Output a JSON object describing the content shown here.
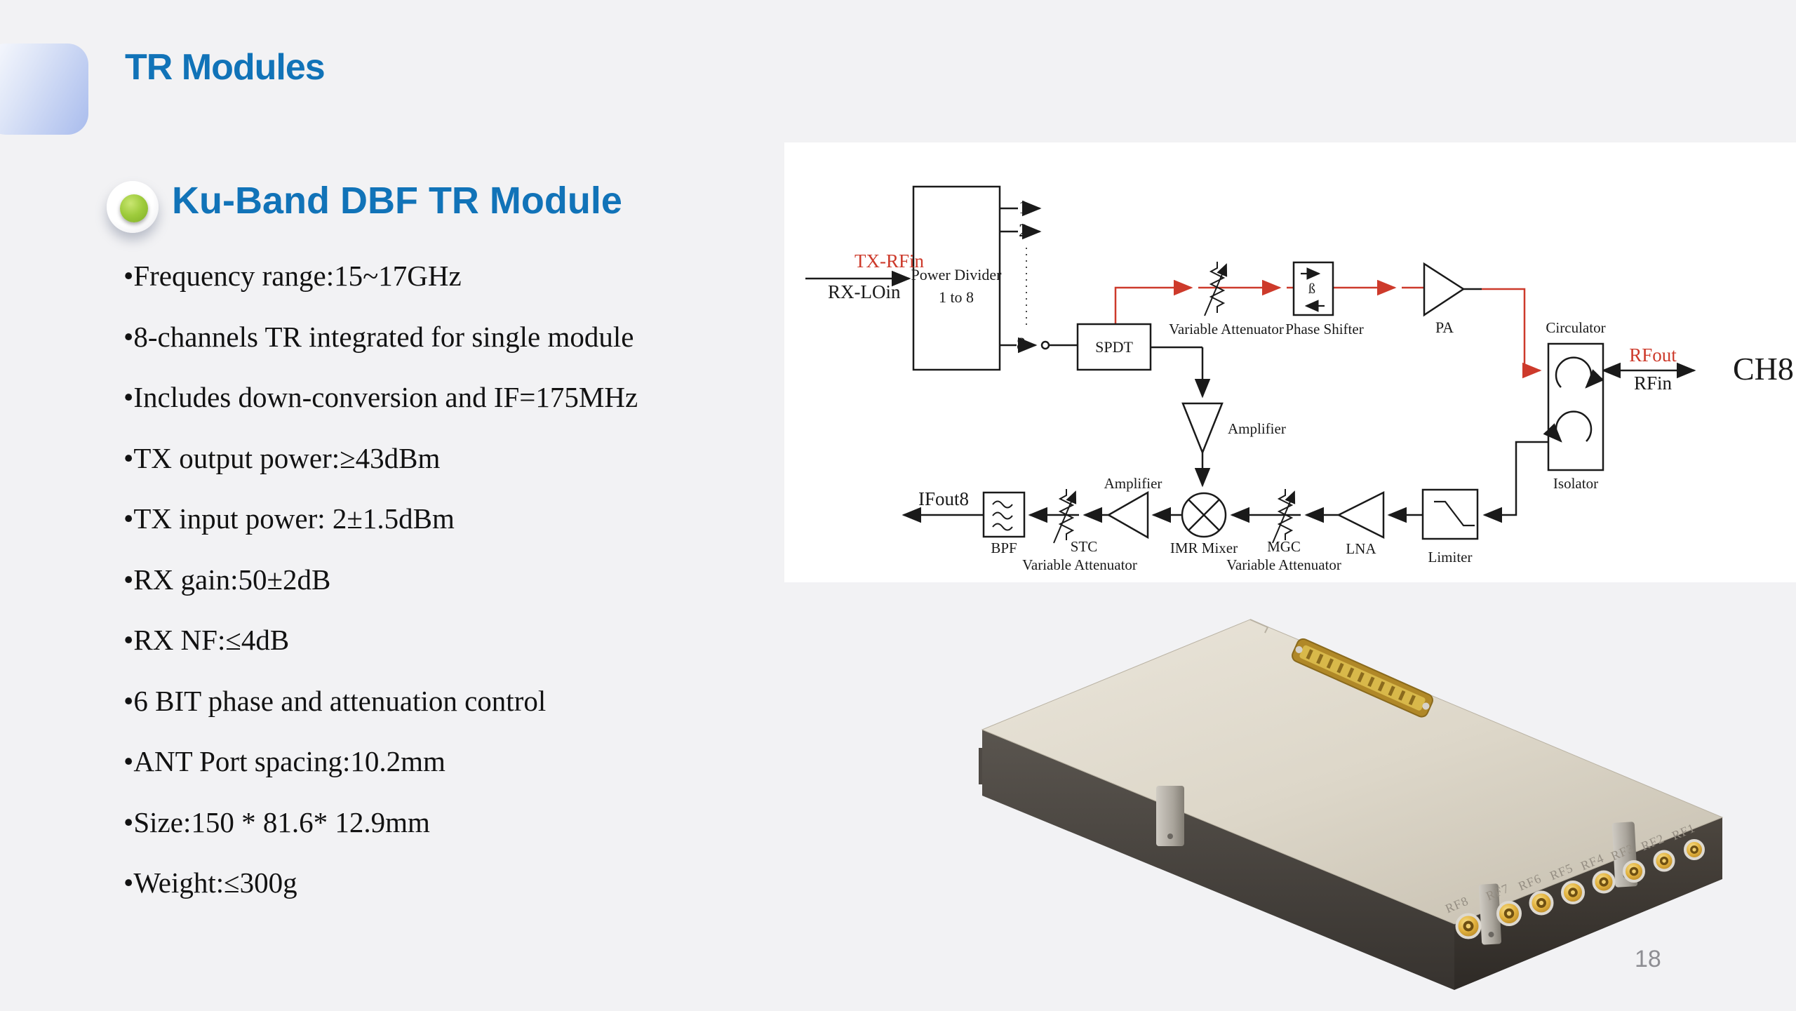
{
  "slide": {
    "title": "TR Modules",
    "section": {
      "title": "Ku-Band DBF TR Module"
    },
    "bullets": [
      "•Frequency range:15~17GHz",
      "•8-channels TR integrated for single module",
      "•Includes down-conversion and IF=175MHz",
      "•TX output power:≥43dBm",
      "•TX input power: 2±1.5dBm",
      "•RX gain:50±2dB",
      "•RX NF:≤4dB",
      "•6 BIT phase and attenuation control",
      "•ANT Port spacing:10.2mm",
      "•Size:150 * 81.6* 12.9mm",
      "•Weight:≤300g"
    ],
    "page_number": "18"
  },
  "diagram": {
    "labels": {
      "tx_rfin": "TX-RFin",
      "rx_loin": "RX-LOin",
      "power_divider_line1": "Power Divider",
      "power_divider_line2": "1 to 8",
      "out1": "1",
      "out2": "2",
      "out8": "8",
      "spdt": "SPDT",
      "variable_attenuator": "Variable Attenuator",
      "phase_shifter": "Phase Shifter",
      "beta": "ß",
      "pa": "PA",
      "circulator": "Circulator",
      "isolator": "Isolator",
      "rfout": "RFout",
      "rfin": "RFin",
      "ch8": "CH8",
      "amplifier_mid": "Amplifier",
      "amplifier_rx": "Amplifier",
      "ifout8": "IFout8",
      "bpf": "BPF",
      "stc": "STC",
      "stc_variable_attenuator": "Variable Attenuator",
      "imr_mixer": "IMR Mixer",
      "mgc": "MGC",
      "mgc_variable_attenuator": "Variable Attenuator",
      "lna": "LNA",
      "limiter": "Limiter"
    },
    "colors": {
      "signal_red": "#cd3a2b",
      "line_black": "#1a1a1a"
    }
  },
  "photo": {
    "connectors": [
      "RF8",
      "RF7",
      "RF6",
      "RF5",
      "RF4",
      "RF3",
      "RF2",
      "RF1"
    ]
  },
  "colors": {
    "accent_blue": "#1173b8",
    "bullet_green": "#8cc63e",
    "background": "#f2f2f4",
    "page_number_gray": "#8e8e93"
  }
}
